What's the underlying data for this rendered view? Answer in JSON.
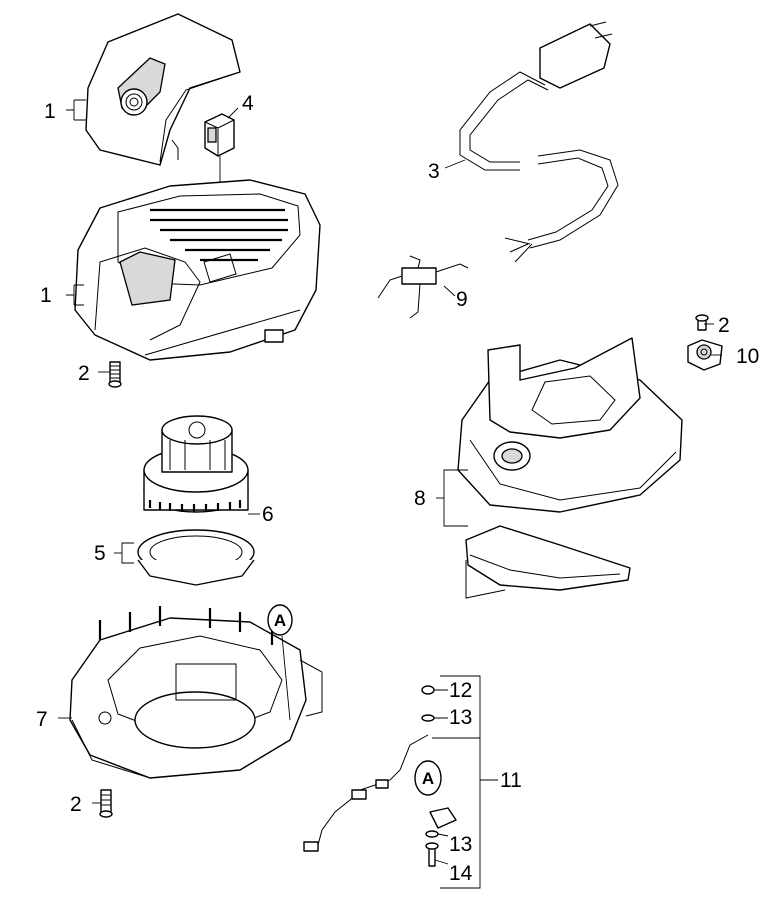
{
  "callouts": {
    "lid": "1",
    "head_top": "1",
    "screw_top_left": "2",
    "screw_right": "2",
    "screw_bottom_left": "2",
    "cable": "3",
    "switch": "4",
    "motor_gasket": "5",
    "motor": "6",
    "motor_base": "7",
    "cable_clamp_assembly": "8",
    "capacitor": "9",
    "float_holder": "10",
    "sensor_kit": "11",
    "cap": "12",
    "washer_upper": "13",
    "washer_lower": "13",
    "screw_sensor": "14"
  },
  "markers": {
    "base_marker": "A",
    "sensor_marker": "A"
  }
}
